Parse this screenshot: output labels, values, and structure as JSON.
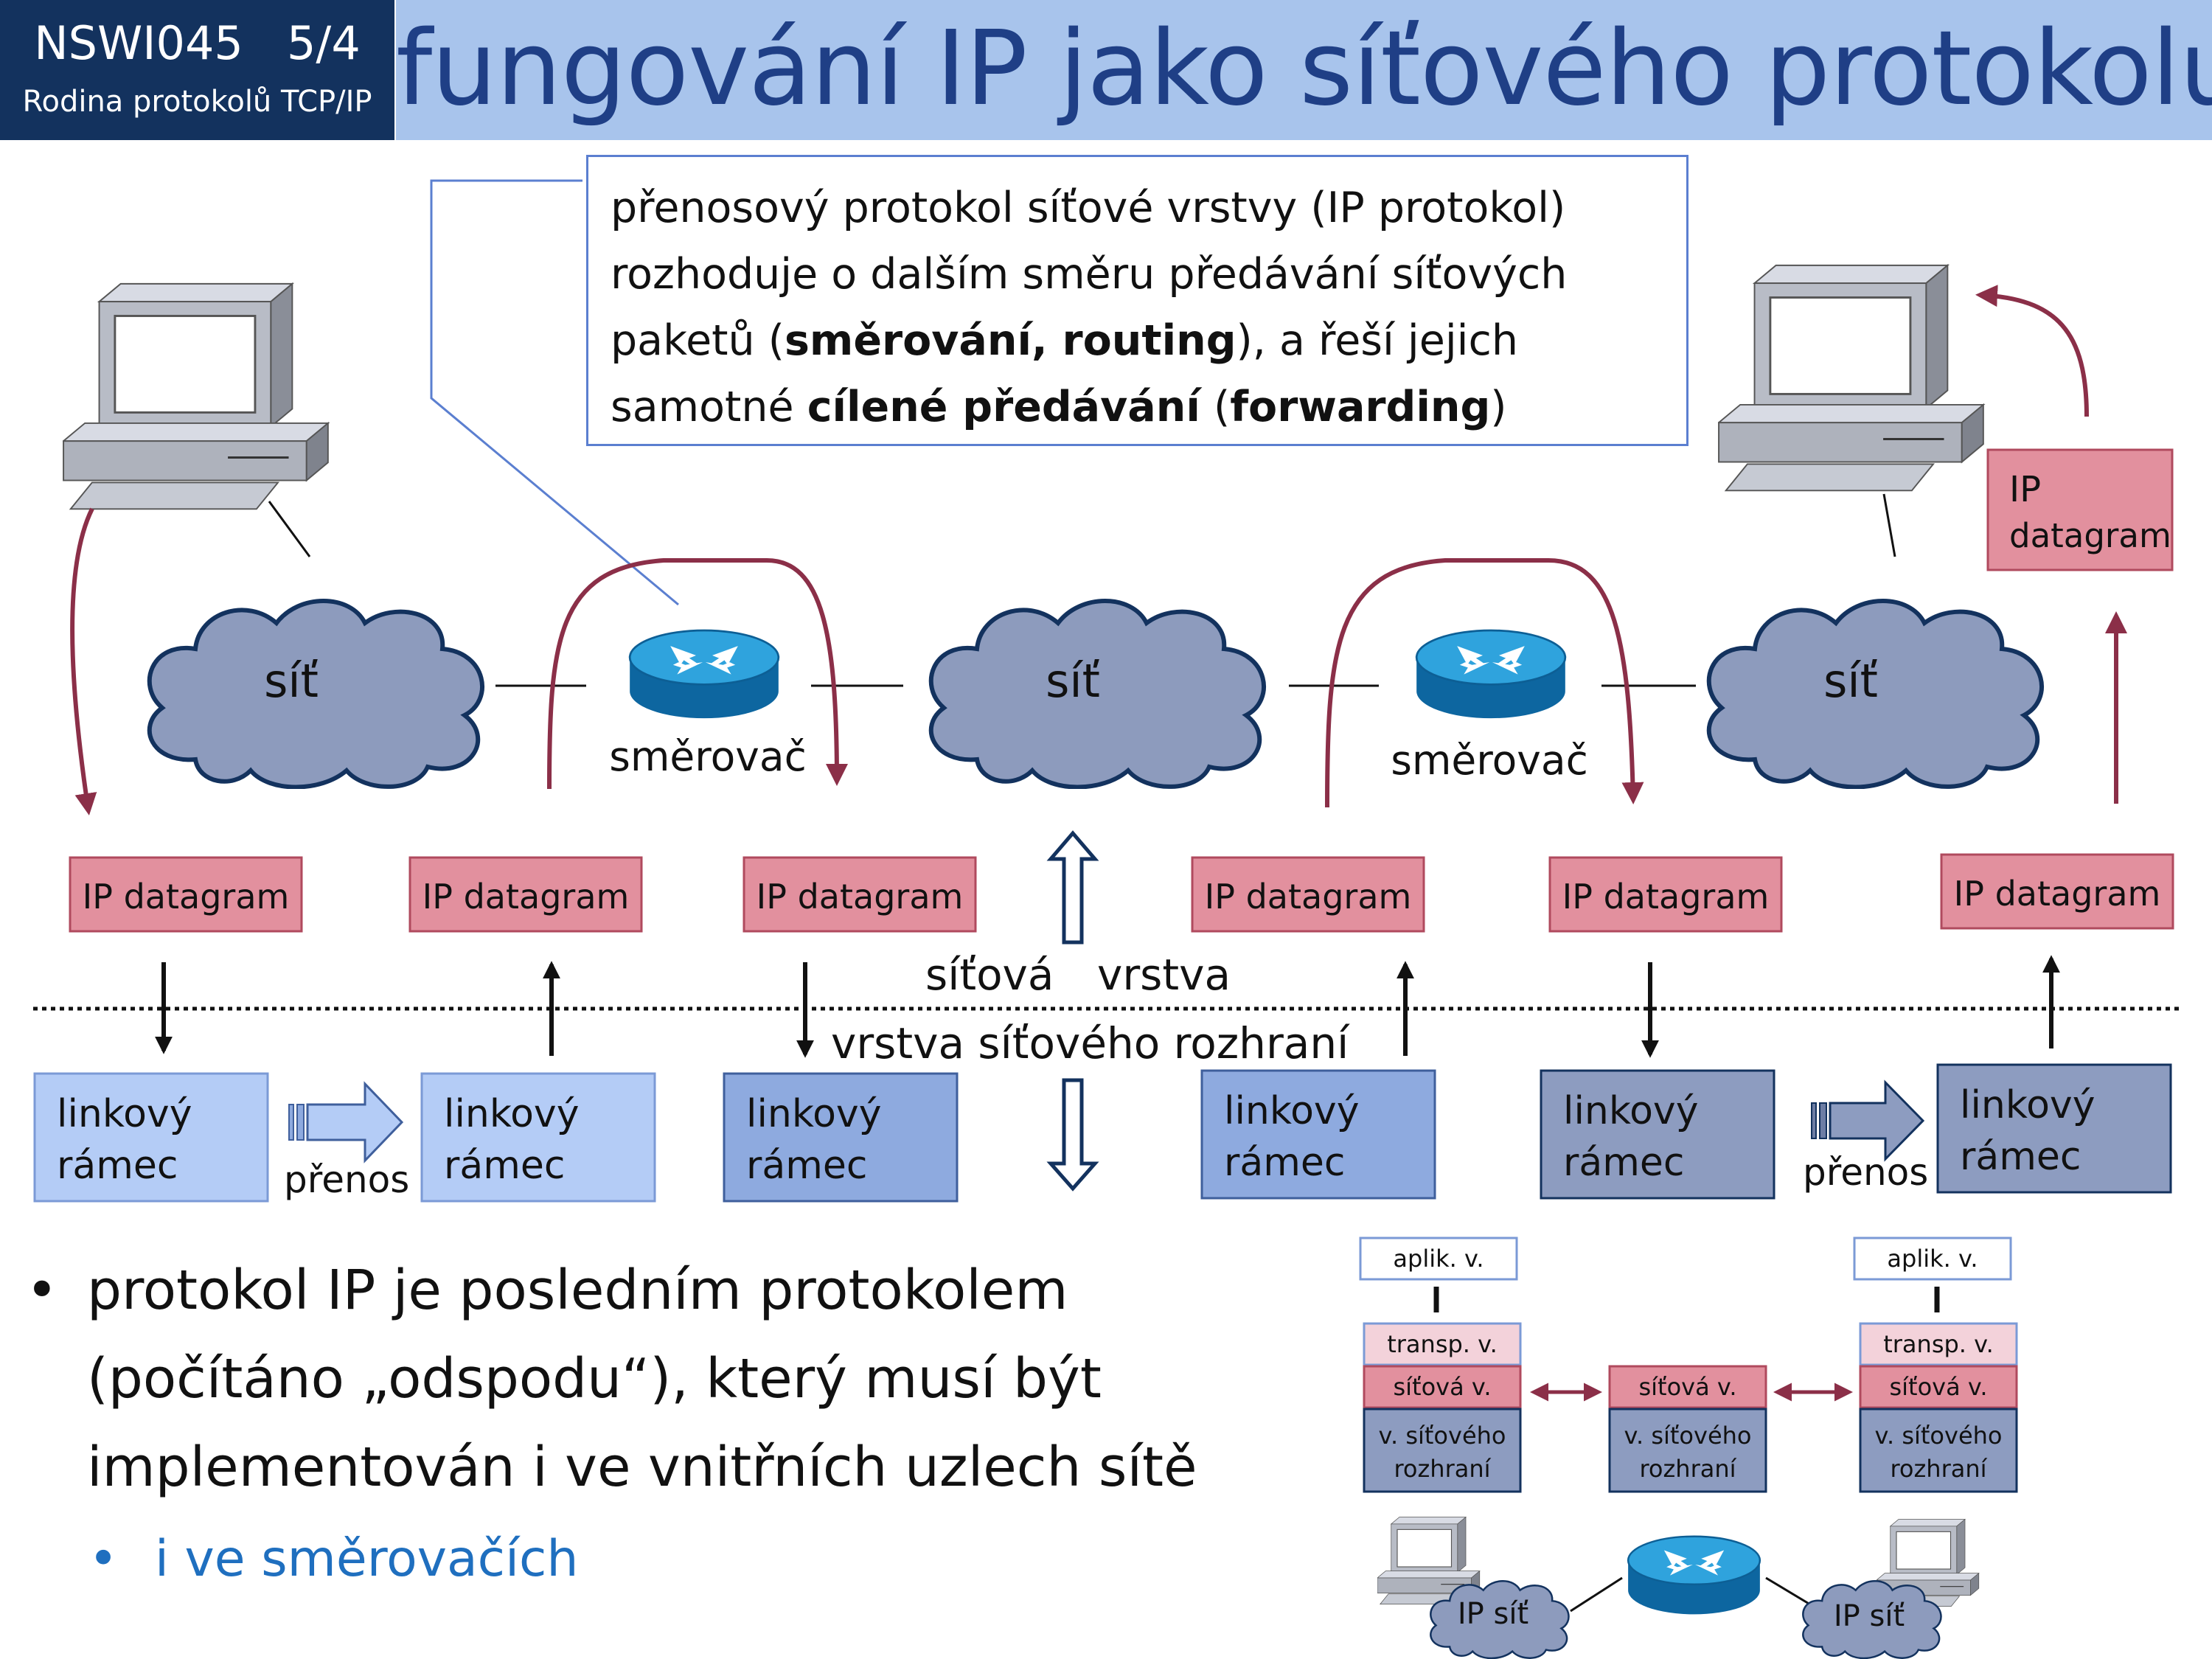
{
  "header": {
    "course_code": "NSWI045   5/4",
    "course_subtitle": "Rodina protokolů TCP/IP",
    "title": "fungování IP jako síťového protokolu"
  },
  "callout": {
    "line1": "přenosový protokol síťové vrstvy (IP protokol)",
    "line2": "rozhoduje o dalším směru předávání síťových",
    "line3_pre": "paketů (",
    "line3_bold": "směrování, routing",
    "line3_post": "), a řeší jejich",
    "line4_pre": "samotné ",
    "line4_bold1": "cílené předávání",
    "line4_mid": " (",
    "line4_bold2": "forwarding",
    "line4_post": ")"
  },
  "network_label": "síť",
  "router_label": "směrovač",
  "datagram_label": "IP datagram",
  "frame_label_line1": "linkový",
  "frame_label_line2": "rámec",
  "transfer_label": "přenos",
  "layer_labels": {
    "network_part1": "síťová",
    "network_part2": "vrstva",
    "interface": "vrstva síťového rozhraní"
  },
  "top_datagram": {
    "line1": "IP",
    "line2": "datagram"
  },
  "stack": {
    "app": "aplik. v.",
    "transport": "transp. v.",
    "network": "síťová v.",
    "interface_line1": "v. síťového",
    "interface_line2": "rozhraní",
    "ip_network": "IP síť"
  },
  "bullets": {
    "main": [
      "protokol IP je posledním protokolem",
      "(počítáno „odspodu“), který musí být",
      "implementován i ve vnitřních uzlech sítě"
    ],
    "sub": "i ve směrovačích"
  },
  "colors": {
    "header_dark": "#13325e",
    "header_light": "#a8c4ec",
    "title_text": "#1f3f86",
    "datagram_fill": "#e2909e",
    "datagram_border": "#b04a5e",
    "frame_light": "#b4ccf6",
    "frame_mid": "#8eaadf",
    "frame_dark": "#8d9cc0",
    "cloud_fill": "#8d9bbd",
    "path_arrow": "#8b2f48",
    "subtopic_blue": "#1f6fbf"
  },
  "icons": [
    "computer-icon",
    "router-icon",
    "cloud-icon",
    "double-arrow-icon",
    "block-arrow-icon"
  ]
}
